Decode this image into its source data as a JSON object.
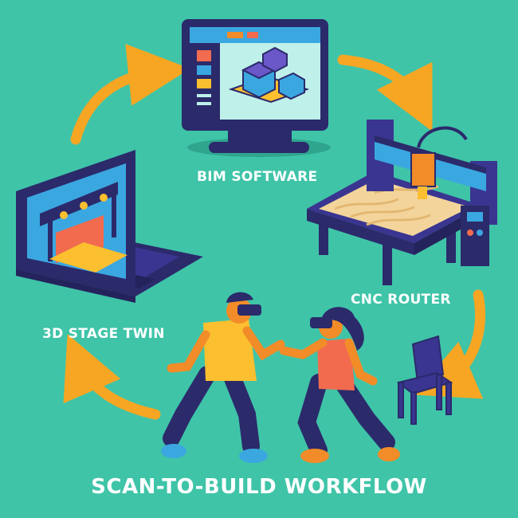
{
  "labels": {
    "bim": "BIM SOFTWARE",
    "cnc": "CNC ROUTER",
    "twin": "3D STAGE TWIN",
    "title": "SCAN-TO-BUILD WORKFLOW"
  },
  "colors": {
    "background": "#3fc4a8",
    "arrow": "#f6a623",
    "navy": "#2b2a6b",
    "screen": "#3ba7e0",
    "wood": "#f3d59b",
    "orange": "#f28c28",
    "yellow_shirt": "#fbbf2f",
    "coral_shirt": "#f26b4f"
  },
  "icons": [
    "bim-monitor-icon",
    "cnc-router-icon",
    "laptop-stage-icon",
    "vr-dancers-icon",
    "chair-icon",
    "cycle-arrow-icon"
  ]
}
